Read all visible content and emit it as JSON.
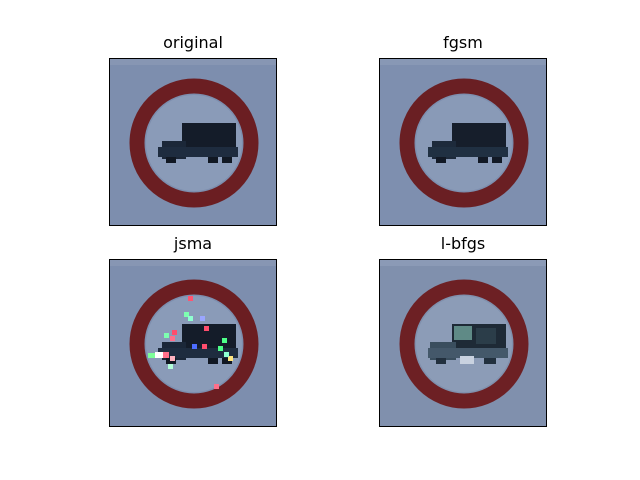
{
  "panels": [
    {
      "title": "original"
    },
    {
      "title": "fgsm"
    },
    {
      "title": "jsma"
    },
    {
      "title": "l-bfgs"
    }
  ],
  "colors": {
    "background": "#7e8fae",
    "ring": "#6a1f22",
    "truck": "#16212f",
    "perturbation": [
      "#ff4d6d",
      "#4dff88",
      "#4d6dff",
      "#ffffff",
      "#8fffd0"
    ]
  }
}
